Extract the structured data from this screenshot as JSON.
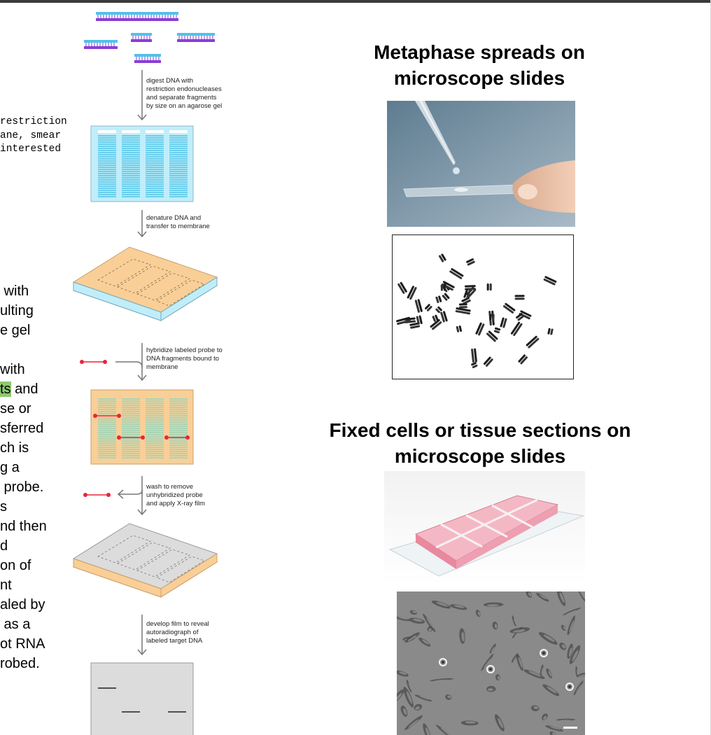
{
  "left_column": {
    "mono_lines": [
      "restriction",
      "ane, smear",
      "interested"
    ],
    "lines_before_highlight": [
      " with",
      "ulting",
      "e gel",
      "",
      "with"
    ],
    "highlight_line": {
      "highlighted": "ts",
      "rest": " and"
    },
    "lines_after_highlight": [
      "se or",
      "sferred",
      "ch is",
      "g a",
      " probe.",
      "s",
      "nd then",
      "d",
      "on of",
      "nt",
      "aled by",
      " as a",
      "ot RNA",
      "robed."
    ]
  },
  "diagram": {
    "steps": [
      "digest DNA with\nrestriction endonucleases\nand separate fragments\nby size on an agarose gel",
      "denature DNA and\ntransfer to membrane",
      "hybridize labeled probe to\nDNA fragments bound to\nmembrane",
      "wash to remove\nunhybridized probe\nand apply X-ray film",
      "develop film to reveal\nautoradiograph of\nlabeled target DNA"
    ],
    "colors": {
      "dna_purple": "#8a3ed6",
      "dna_cyan": "#4fc3e8",
      "gel_blue": "#bfeefa",
      "membrane_orange": "#f9cf97",
      "probe_red": "#e8253c",
      "film_gray": "#dcdcdc"
    }
  },
  "headings": {
    "metaphase": "Metaphase spreads on\nmicroscope slides",
    "fixed_cells": "Fixed cells or tissue sections on\nmicroscope slides"
  }
}
